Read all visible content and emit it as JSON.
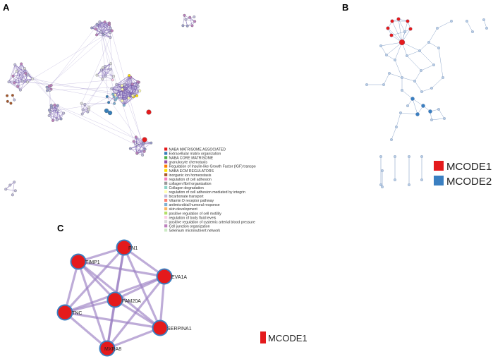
{
  "panels": {
    "a": {
      "letter": "A"
    },
    "b": {
      "letter": "B"
    },
    "c": {
      "letter": "C"
    }
  },
  "legend_a": [
    {
      "label": "NABA MATRISOME ASSOCIATED",
      "color": "#e41a1c"
    },
    {
      "label": "Extracellular matrix organization",
      "color": "#377eb8"
    },
    {
      "label": "NABA CORE MATRISOME",
      "color": "#4daf4a"
    },
    {
      "label": "granulocyte chemotaxis",
      "color": "#984ea3"
    },
    {
      "label": "Regulation of Insulin-like Growth Factor (IGF) transpo",
      "color": "#ff7f00"
    },
    {
      "label": "NABA ECM REGULATORS",
      "color": "#ffe000"
    },
    {
      "label": "inorganic ion homeostasis",
      "color": "#a65628"
    },
    {
      "label": "regulation of cell adhesion",
      "color": "#f781bf"
    },
    {
      "label": "collagen fibril organization",
      "color": "#999999"
    },
    {
      "label": "Collagen degradation",
      "color": "#8dd3c7"
    },
    {
      "label": "regulation of cell adhesion mediated by integrin",
      "color": "#ffffb3"
    },
    {
      "label": "bicarbonate transport",
      "color": "#bebada"
    },
    {
      "label": "Vitamin D receptor pathway",
      "color": "#fb8072"
    },
    {
      "label": "antimicrobial humoral response",
      "color": "#80b1d3"
    },
    {
      "label": "skin development",
      "color": "#fdb462"
    },
    {
      "label": "positive regulation of cell motility",
      "color": "#b3de69"
    },
    {
      "label": "regulation of body fluid levels",
      "color": "#fccde5"
    },
    {
      "label": "positive regulation of systemic arterial blood pressure",
      "color": "#d9d9d9"
    },
    {
      "label": "Cell junction organization",
      "color": "#bc80bd"
    },
    {
      "label": "Selenium micronutrient network",
      "color": "#ccebc5"
    }
  ],
  "legend_b": [
    {
      "label": "MCODE1",
      "color": "#e41a1c"
    },
    {
      "label": "MCODE2",
      "color": "#3a7fc1"
    }
  ],
  "legend_c": [
    {
      "label": "MCODE1",
      "color": "#e41a1c"
    }
  ],
  "network_c": {
    "node_fill": "#e41a1c",
    "node_stroke": "#3a7fc1",
    "edge_color": "#9b7fc3",
    "nodes": [
      {
        "id": "FN1",
        "label": "FN1"
      },
      {
        "id": "TIMP1",
        "label": "TIMP1"
      },
      {
        "id": "EVA1A",
        "label": "EVA1A"
      },
      {
        "id": "FAM20A",
        "label": "FAM20A"
      },
      {
        "id": "TNC",
        "label": "TNC"
      },
      {
        "id": "SERPINA1",
        "label": "SERPINA1"
      },
      {
        "id": "MXRA8",
        "label": "MXRA8"
      }
    ]
  }
}
